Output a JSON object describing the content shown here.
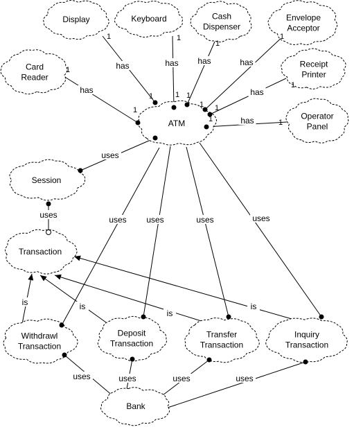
{
  "nodes": {
    "display": {
      "lines": [
        "Display"
      ]
    },
    "keyboard": {
      "lines": [
        "Keyboard"
      ]
    },
    "cash_dispenser": {
      "lines": [
        "Cash",
        "Dispenser"
      ]
    },
    "envelope_acceptor": {
      "lines": [
        "Envelope",
        "Acceptor"
      ]
    },
    "card_reader": {
      "lines": [
        "Card",
        "Reader"
      ]
    },
    "receipt_printer": {
      "lines": [
        "Receipt",
        "Printer"
      ]
    },
    "operator_panel": {
      "lines": [
        "Operator",
        "Panel"
      ]
    },
    "atm": {
      "lines": [
        "ATM"
      ]
    },
    "session": {
      "lines": [
        "Session"
      ]
    },
    "transaction": {
      "lines": [
        "Transaction"
      ]
    },
    "withdrawl_transaction": {
      "lines": [
        "Withdrawl",
        "Transaction"
      ]
    },
    "deposit_transaction": {
      "lines": [
        "Deposit",
        "Transaction"
      ]
    },
    "transfer_transaction": {
      "lines": [
        "Transfer",
        "Transaction"
      ]
    },
    "inquiry_transaction": {
      "lines": [
        "Inquiry",
        "Transaction"
      ]
    },
    "bank": {
      "lines": [
        "Bank"
      ]
    }
  },
  "edges": [
    {
      "id": "display-atm",
      "label": "has",
      "mult_from": "1",
      "mult_to": "1"
    },
    {
      "id": "keyboard-atm",
      "label": "has",
      "mult_from": "1",
      "mult_to": "1"
    },
    {
      "id": "cashdispenser-atm",
      "label": "has",
      "mult_from": "1",
      "mult_to": "1"
    },
    {
      "id": "envelope-atm",
      "label": "has",
      "mult_from": "1",
      "mult_to": "1"
    },
    {
      "id": "cardreader-atm",
      "label": "has",
      "mult_from": "1",
      "mult_to": "1"
    },
    {
      "id": "receipt-atm",
      "label": "has",
      "mult_from": "1",
      "mult_to": "1"
    },
    {
      "id": "operator-atm",
      "label": "has",
      "mult_from": "1",
      "mult_to": "1"
    },
    {
      "id": "atm-session",
      "label": "uses"
    },
    {
      "id": "session-transaction",
      "label": "uses"
    },
    {
      "id": "atm-withdrawl",
      "label": "uses"
    },
    {
      "id": "atm-deposit",
      "label": "uses"
    },
    {
      "id": "atm-transfer",
      "label": "uses"
    },
    {
      "id": "atm-inquiry",
      "label": "uses"
    },
    {
      "id": "withdrawl-is",
      "label": "is"
    },
    {
      "id": "deposit-is",
      "label": "is"
    },
    {
      "id": "transfer-is",
      "label": "is"
    },
    {
      "id": "inquiry-is",
      "label": "is"
    },
    {
      "id": "withdrawl-bank",
      "label": "uses"
    },
    {
      "id": "deposit-bank",
      "label": "uses"
    },
    {
      "id": "transfer-bank",
      "label": "uses"
    },
    {
      "id": "inquiry-bank",
      "label": "uses"
    }
  ]
}
